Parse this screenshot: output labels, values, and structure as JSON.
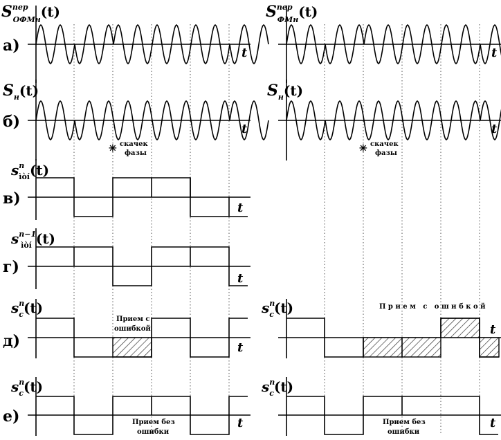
{
  "rows": {
    "a": {
      "label": "а)",
      "left_name": "S",
      "left_sup": "пер",
      "left_sub": "ОФМн",
      "right_name": "S",
      "right_sup": "пер",
      "right_sub": "ФМн",
      "arg": "(t)",
      "t": "t"
    },
    "b": {
      "label": "б)",
      "left_name": "S",
      "left_sub": "н",
      "right_name": "S",
      "right_sub": "н",
      "arg": "(t)",
      "t": "t",
      "note_star": "✳",
      "note_line1": "скачек",
      "note_line2": "фазы"
    },
    "v": {
      "label": "в)",
      "name": "s",
      "sup": "n",
      "sub": "ìòí",
      "arg": "(t)",
      "t": "t"
    },
    "g": {
      "label": "г)",
      "name": "s",
      "sup": "n−1",
      "sub": "ìòí",
      "arg": "(t)",
      "t": "t"
    },
    "d": {
      "label": "д)",
      "name": "s",
      "sup": "n",
      "sub": "c",
      "arg": "(t)",
      "t": "t",
      "left_note1": "Прием с",
      "left_note2": "ошибкой",
      "right_note": "П р и е м   с   о ш и б к о й"
    },
    "e": {
      "label": "е)",
      "name": "s",
      "sup": "n",
      "sub": "c",
      "arg": "(t)",
      "t": "t",
      "note1": "Прием без",
      "note2": "ошибки"
    }
  }
}
